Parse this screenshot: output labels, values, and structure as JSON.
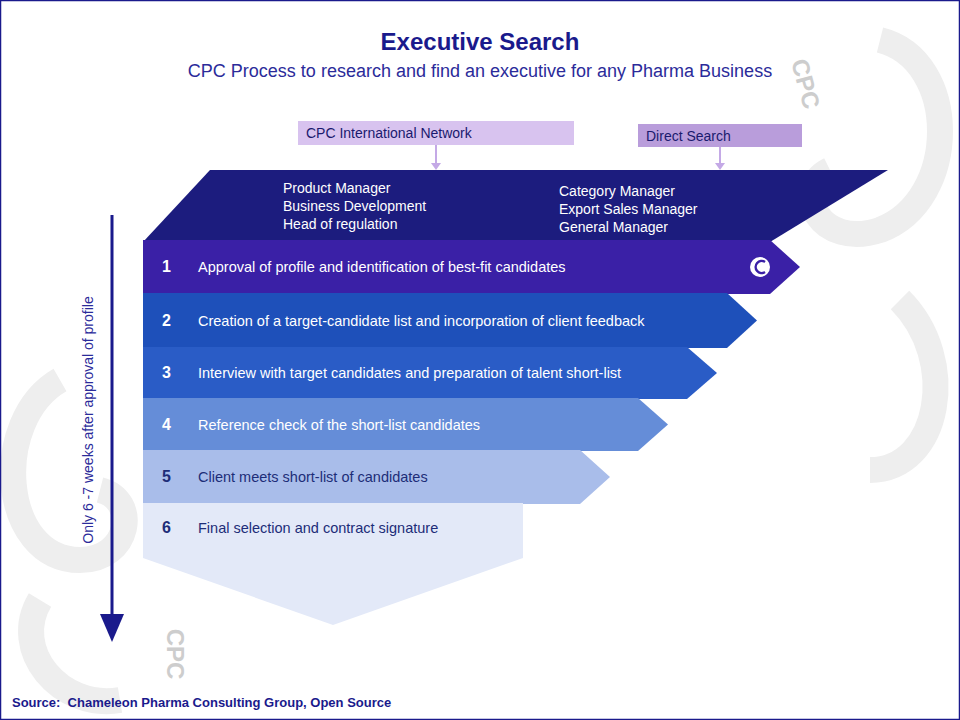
{
  "diagram": {
    "title": "Executive Search",
    "caption": "CPC Process to research and find an executive for any Pharma Business",
    "nodes": [
      {
        "text": [
          "CPC International Network"
        ]
      },
      {
        "text": [
          "Direct Search"
        ]
      },
      {
        "text": [
          "Product Manager Business Development Head of regulation",
          "Category Manager Export Sales Manager General Manager"
        ]
      },
      {
        "text": [
          "1",
          "Approval of profile and identification of best-fit candidates"
        ]
      },
      {
        "text": [
          "2",
          "Creation of a target-candidate list and incorporation of client feedback"
        ]
      },
      {
        "text": [
          "3",
          "Interview with target candidates and preparation of talent short-list"
        ]
      },
      {
        "text": [
          "4",
          "Reference check of the short-list candidates"
        ]
      },
      {
        "text": [
          "5",
          "Client meets short-list of candidates"
        ]
      },
      {
        "text": [
          "6",
          "Final selection and contract signature"
        ]
      }
    ],
    "edges": [
      {
        "from": 0,
        "to": 2,
        "arrow": "to"
      },
      {
        "from": 1,
        "to": 2,
        "arrow": "to"
      }
    ],
    "labels": [
      "Only 6 -7 weeks after approval of profile",
      "Source:  Chameleon Pharma Consulting Group, Open Source",
      "CPC",
      "CPC"
    ]
  }
}
